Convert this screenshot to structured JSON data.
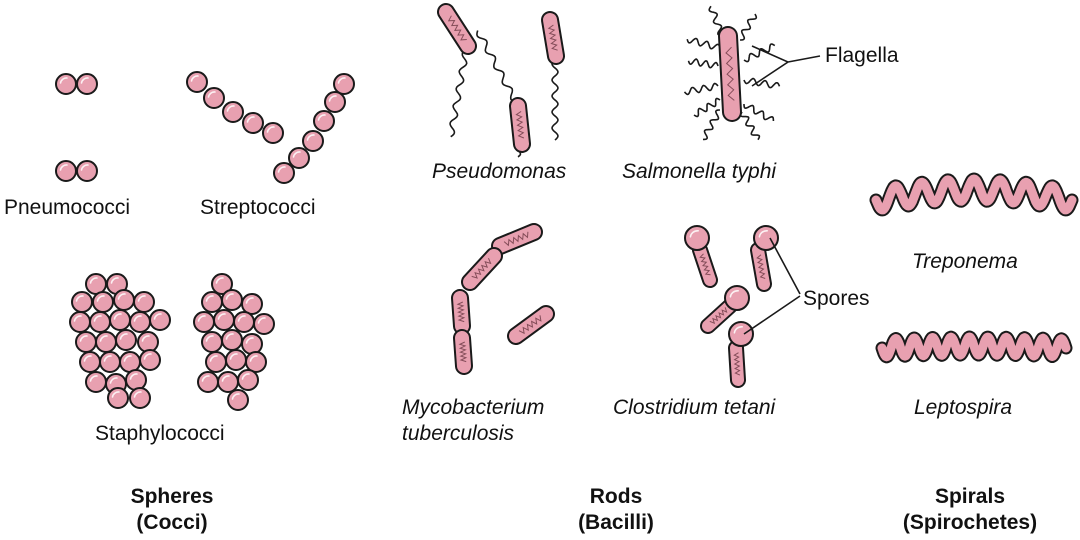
{
  "colors": {
    "cell_fill": "#e8a0b0",
    "cell_stroke": "#1a1a1a",
    "background": "#ffffff"
  },
  "labels": {
    "pneumococci": "Pneumococci",
    "streptococci": "Streptococci",
    "staphylococci": "Staphylococci",
    "pseudomonas": "Pseudomonas",
    "salmonella": "Salmonella typhi",
    "flagella": "Flagella",
    "mycobacterium_line1": "Mycobacterium",
    "mycobacterium_line2": "tuberculosis",
    "clostridium": "Clostridium tetani",
    "spores": "Spores",
    "treponema": "Treponema",
    "leptospira": "Leptospira"
  },
  "categories": [
    {
      "line1": "Spheres",
      "line2": "(Cocci)"
    },
    {
      "line1": "Rods",
      "line2": "(Bacilli)"
    },
    {
      "line1": "Spirals",
      "line2": "(Spirochetes)"
    }
  ]
}
